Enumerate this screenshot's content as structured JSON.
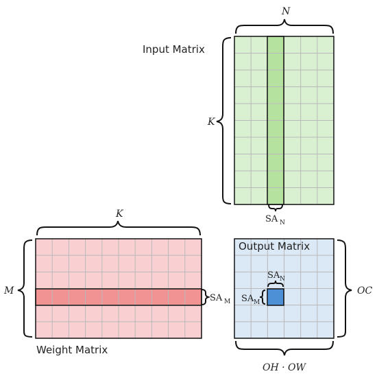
{
  "input_matrix": {
    "title": "Input Matrix",
    "rows": 10,
    "cols": 6,
    "highlight_col": 2,
    "fill": "#d9f1d0",
    "highlight_fill": "#b6e29f",
    "top_label": "N",
    "side_label": "K",
    "bottom_label": "SA",
    "bottom_sub": "N"
  },
  "weight_matrix": {
    "title": "Weight Matrix",
    "rows": 6,
    "cols": 10,
    "highlight_row": 3,
    "fill": "#f9cfd2",
    "highlight_fill": "#f19293",
    "top_label": "K",
    "side_label": "M",
    "right_label": "SA",
    "right_sub": "M"
  },
  "output_matrix": {
    "title": "Output Matrix",
    "rows": 6,
    "cols": 6,
    "highlight_row": 3,
    "highlight_col": 2,
    "fill": "#dbe8f6",
    "highlight_fill": "#4e90d6",
    "right_label": "OC",
    "bottom_label": "OH · OW",
    "inner_top_label": "SA",
    "inner_top_sub": "N",
    "inner_left_label": "SA",
    "inner_left_sub": "M"
  },
  "grid_color": "#b9b9b9",
  "border_color": "#111111"
}
